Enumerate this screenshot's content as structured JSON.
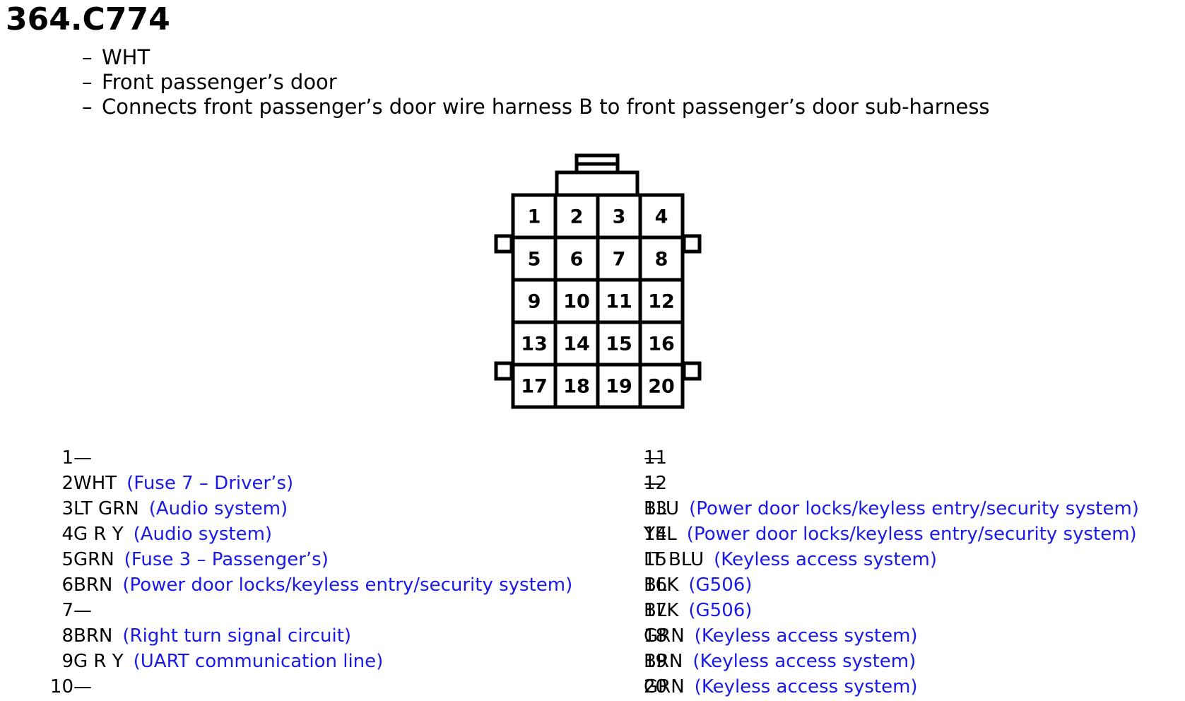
{
  "connector": {
    "id": "364.C774",
    "details": [
      "WHT",
      "Front passenger’s door",
      "Connects front passenger’s door wire harness B to front passenger’s door sub-harness"
    ],
    "dash": "–",
    "face_pins": [
      "1",
      "2",
      "3",
      "4",
      "5",
      "6",
      "7",
      "8",
      "9",
      "10",
      "11",
      "12",
      "13",
      "14",
      "15",
      "16",
      "17",
      "18",
      "19",
      "20"
    ]
  },
  "pins_left": [
    {
      "num": "1",
      "wire": "—",
      "circuit": ""
    },
    {
      "num": "2",
      "wire": "WHT",
      "circuit": "(Fuse 7 – Driver’s)"
    },
    {
      "num": "3",
      "wire": "LT GRN",
      "circuit": "(Audio system)"
    },
    {
      "num": "4",
      "wire": "G R Y",
      "circuit": "(Audio system)"
    },
    {
      "num": "5",
      "wire": "GRN",
      "circuit": "(Fuse 3 – Passenger’s)"
    },
    {
      "num": "6",
      "wire": "BRN",
      "circuit": "(Power door locks/keyless entry/security system)"
    },
    {
      "num": "7",
      "wire": "—",
      "circuit": ""
    },
    {
      "num": "8",
      "wire": "BRN",
      "circuit": "(Right turn signal circuit)"
    },
    {
      "num": "9",
      "wire": "G R Y",
      "circuit": "(UART communication line)"
    },
    {
      "num": "10",
      "wire": "—",
      "circuit": ""
    }
  ],
  "pins_right": [
    {
      "num": "11",
      "wire": "—",
      "circuit": ""
    },
    {
      "num": "12",
      "wire": "—",
      "circuit": ""
    },
    {
      "num": "13",
      "wire": "BLU",
      "circuit": "(Power door locks/keyless entry/security system)"
    },
    {
      "num": "14",
      "wire": "YEL",
      "circuit": "(Power door locks/keyless entry/security system)"
    },
    {
      "num": "15",
      "wire": "LT BLU",
      "circuit": "(Keyless access system)"
    },
    {
      "num": "16",
      "wire": "BLK",
      "circuit": "(G506)"
    },
    {
      "num": "17",
      "wire": "BLK",
      "circuit": "(G506)"
    },
    {
      "num": "18",
      "wire": "GRN",
      "circuit": "(Keyless access system)"
    },
    {
      "num": "19",
      "wire": "BRN",
      "circuit": "(Keyless access system)"
    },
    {
      "num": "20",
      "wire": "GRN",
      "circuit": "(Keyless access system)"
    }
  ],
  "colors": {
    "circuit_text": "#1a1ae6",
    "line": "#000000"
  }
}
